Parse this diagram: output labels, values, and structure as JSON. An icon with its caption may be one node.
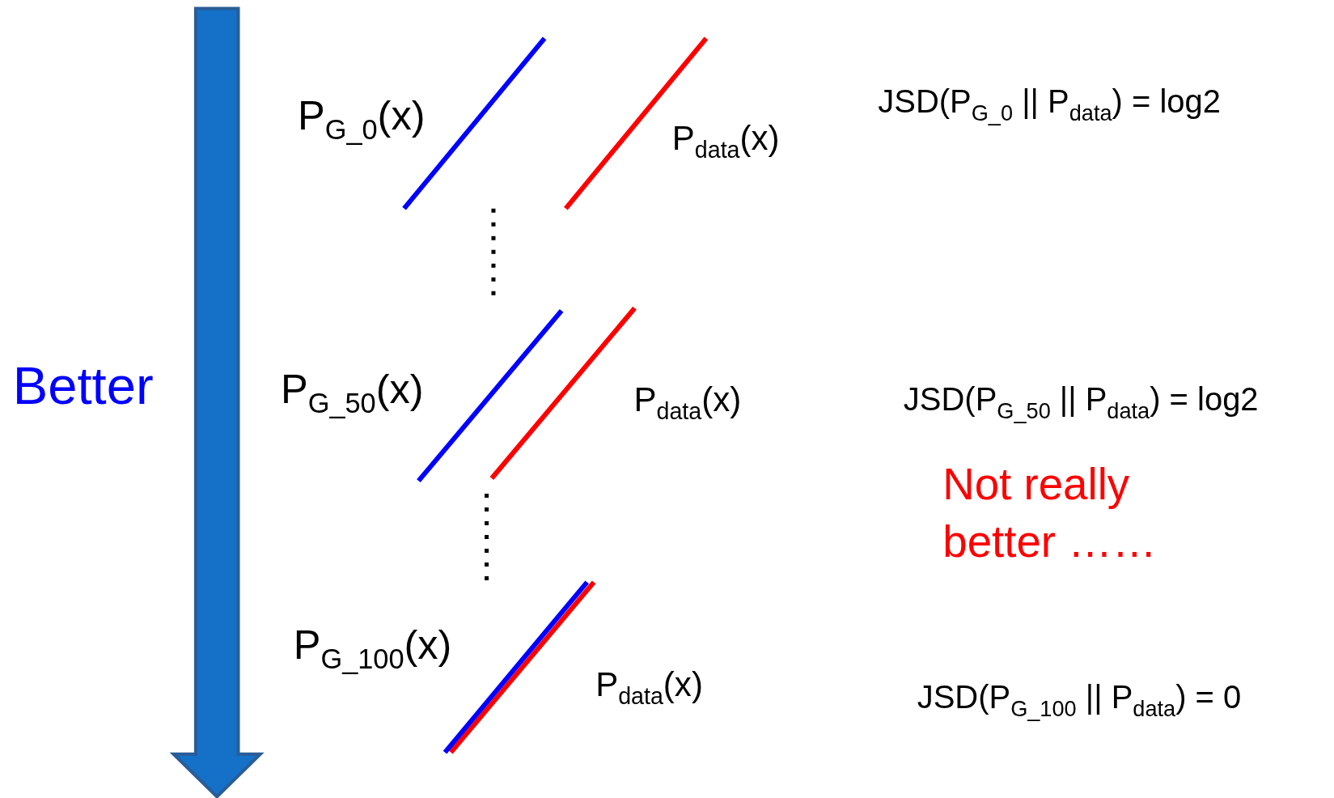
{
  "diagram": {
    "labels": [
      "P$_{G_0}$(x)",
      "P$_{data}$(x)",
      "JSD(P$_{G_0}$ || P$_{data}$) = log2",
      "Better",
      "P$_{G_50}$(x)",
      "P$_{data}$(x)",
      "JSD(P$_{G_50}$ || P$_{data}$) = log2",
      "Not really better ……",
      "P$_{G_100}$(x)",
      "P$_{data}$(x)",
      "JSD(P$_{G_100}$ || P$_{data}$) = 0"
    ]
  }
}
